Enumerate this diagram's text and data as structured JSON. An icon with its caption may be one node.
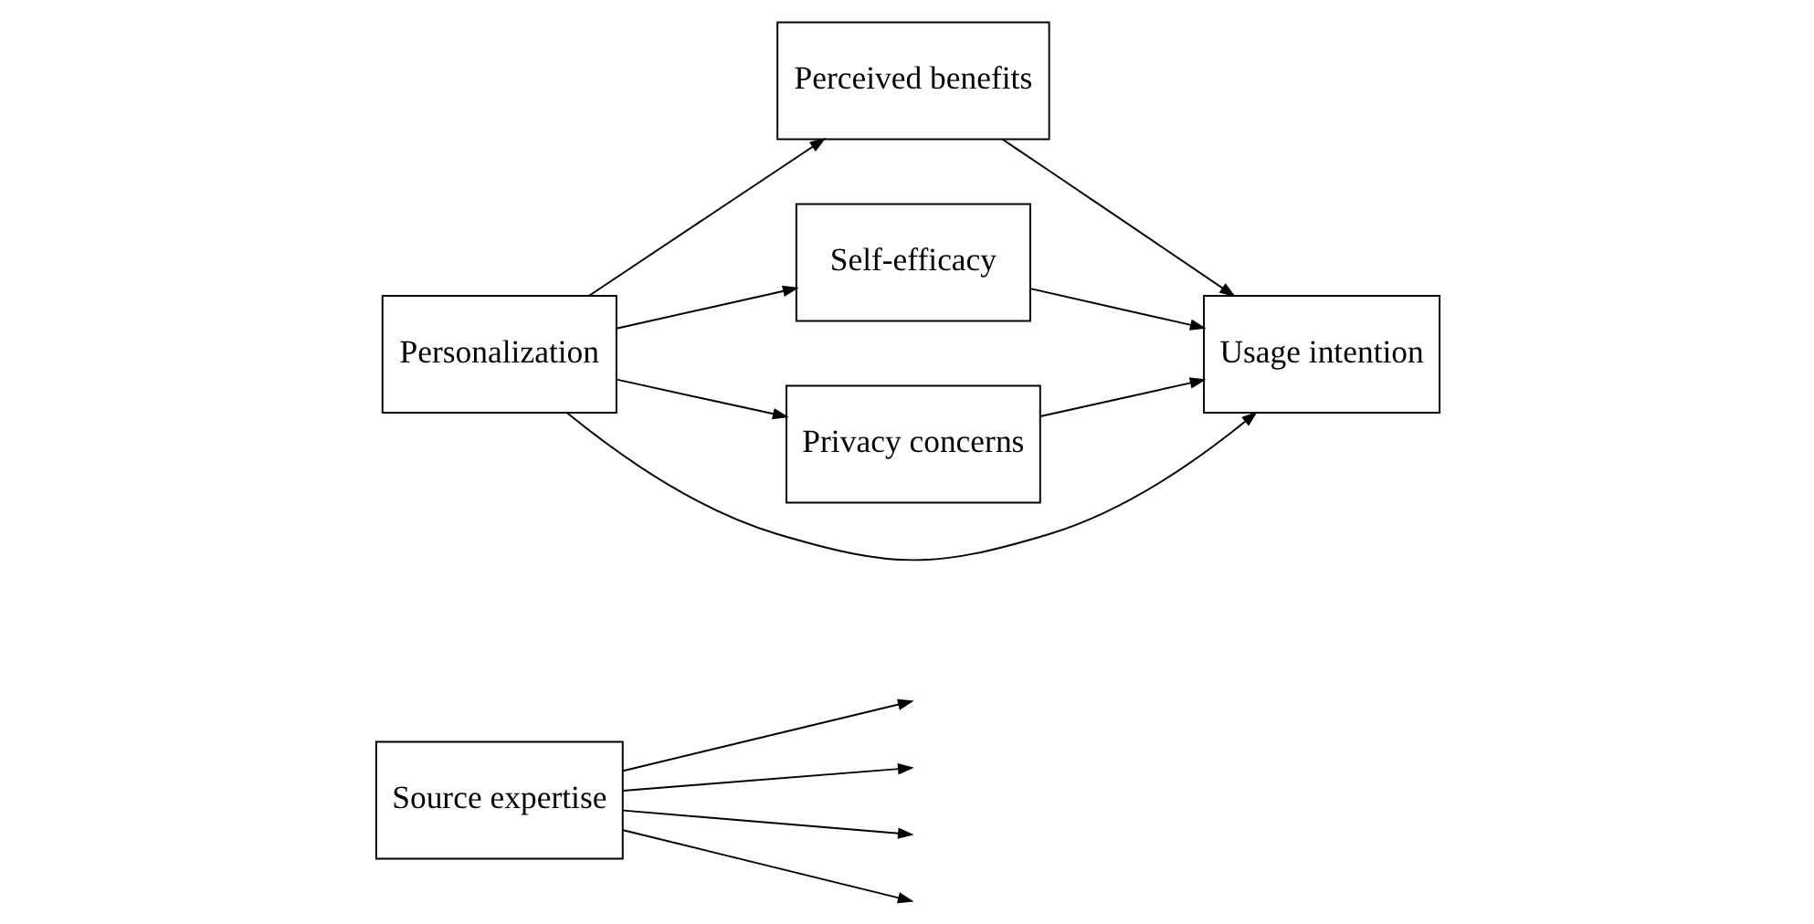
{
  "diagram": {
    "nodes": [
      {
        "text": [
          "Source expertise"
        ]
      },
      {
        "text": [
          "Personalization"
        ]
      },
      {
        "text": [
          "Perceived benefits"
        ]
      },
      {
        "text": [
          "Self-efficacy"
        ]
      },
      {
        "text": [
          "Privacy concerns"
        ]
      },
      {
        "text": [
          "Usage intention"
        ]
      }
    ],
    "edges": [
      {
        "from": 1,
        "to": 2,
        "arrow": "to"
      },
      {
        "from": 1,
        "to": 3,
        "arrow": "to"
      },
      {
        "from": 1,
        "to": 5,
        "arrow": "to"
      },
      {
        "from": 1,
        "to": 4,
        "arrow": "to"
      },
      {
        "from": 2,
        "to": 5,
        "arrow": "to"
      },
      {
        "from": 3,
        "to": 5,
        "arrow": "to"
      },
      {
        "from": 4,
        "to": 5,
        "arrow": "to"
      },
      {
        "from": 0,
        "to": null,
        "arrow": "to"
      },
      {
        "from": 0,
        "to": null,
        "arrow": "to"
      },
      {
        "from": 0,
        "to": null,
        "arrow": "to"
      },
      {
        "from": 0,
        "to": null,
        "arrow": "to"
      }
    ]
  }
}
